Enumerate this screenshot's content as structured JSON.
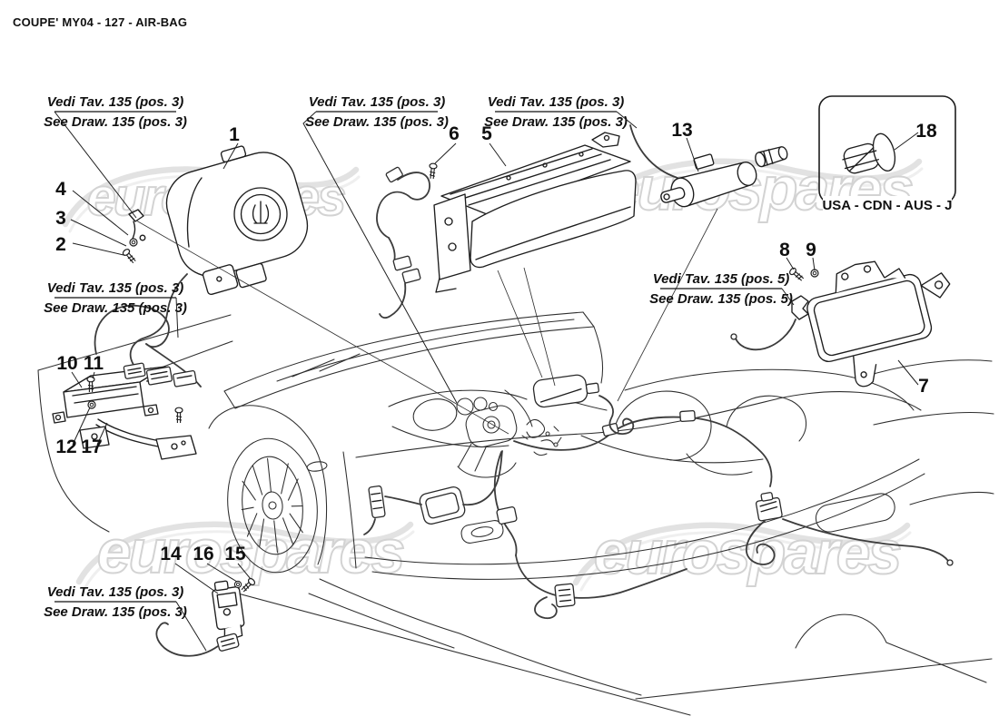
{
  "title": "COUPE' MY04 - 127 - AIR-BAG",
  "watermark": {
    "text": "eurospares"
  },
  "region_box": {
    "label": "USA - CDN - AUS - J"
  },
  "notes": {
    "top_left": {
      "line1": "Vedi Tav. 135 (pos. 3)",
      "line2": "See Draw. 135 (pos. 3)"
    },
    "top_middle": {
      "line1": "Vedi Tav. 135 (pos. 3)",
      "line2": "See Draw. 135 (pos. 3)"
    },
    "top_right": {
      "line1": "Vedi Tav. 135 (pos. 3)",
      "line2": "See Draw. 135 (pos. 3)"
    },
    "mid_left": {
      "line1": "Vedi Tav. 135 (pos. 3)",
      "line2": "See Draw. 135 (pos. 3)"
    },
    "mid_right": {
      "line1": "Vedi Tav. 135 (pos. 5)",
      "line2": "See Draw. 135 (pos. 5)"
    },
    "bottom_left": {
      "line1": "Vedi Tav. 135 (pos. 3)",
      "line2": "See Draw. 135 (pos. 3)"
    }
  },
  "callouts": {
    "c1": "1",
    "c2": "2",
    "c3": "3",
    "c4": "4",
    "c5": "5",
    "c6": "6",
    "c7": "7",
    "c8": "8",
    "c9": "9",
    "c10": "10",
    "c11": "11",
    "c12": "12",
    "c13": "13",
    "c14": "14",
    "c15": "15",
    "c16": "16",
    "c17": "17",
    "c18": "18"
  },
  "colors": {
    "line": "#2e2e2e",
    "text": "#101010",
    "watermark_outline": "#d3d3d3",
    "background": "#ffffff"
  }
}
